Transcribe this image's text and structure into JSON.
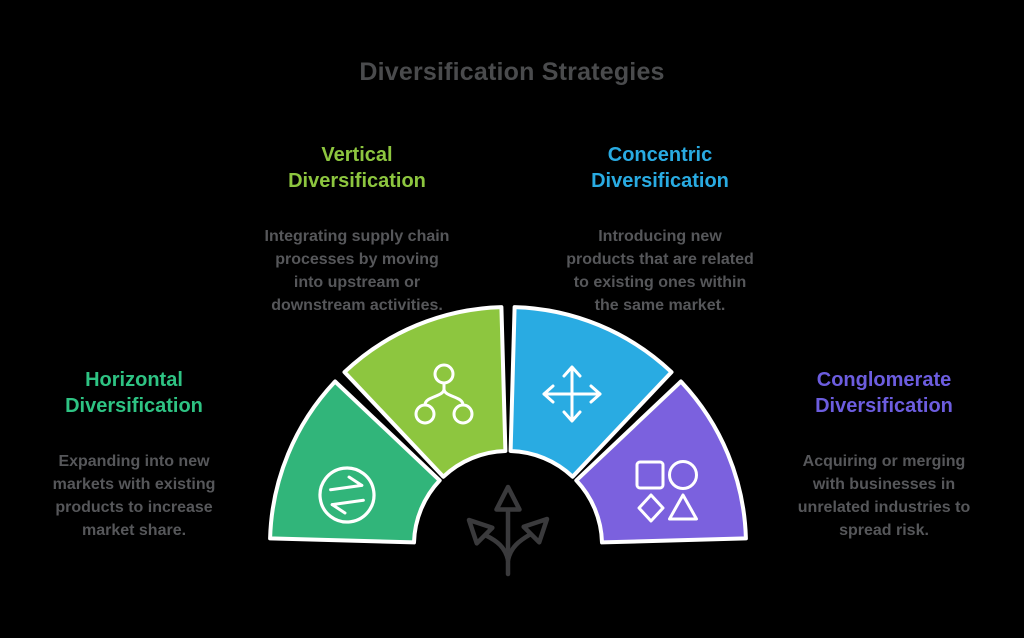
{
  "title": "Diversification Strategies",
  "title_color": "#4A4B4D",
  "text_color": "#56575A",
  "outline_color": "#FFFFFF",
  "center_icon": "branching-arrows",
  "center_icon_color": "#3A3A3C",
  "segments": [
    {
      "id": "horizontal",
      "label_lines": [
        "Horizontal",
        "Diversification"
      ],
      "description_lines": [
        "Expanding into new",
        "markets with existing",
        "products to increase",
        "market share."
      ],
      "heading_color": "#2EC383",
      "fill_color": "#31B57A",
      "icon": "swap-arrows",
      "arc": {
        "start_deg": 178.4,
        "end_deg": 136.6
      }
    },
    {
      "id": "vertical",
      "label_lines": [
        "Vertical",
        "Diversification"
      ],
      "description_lines": [
        "Integrating supply chain",
        "processes by moving",
        "into upstream or",
        "downstream activities."
      ],
      "heading_color": "#8DC63F",
      "fill_color": "#8DC63F",
      "icon": "network-nodes",
      "arc": {
        "start_deg": 133.4,
        "end_deg": 91.6
      }
    },
    {
      "id": "concentric",
      "label_lines": [
        "Concentric",
        "Diversification"
      ],
      "description_lines": [
        "Introducing new",
        "products that are related",
        "to existing ones within",
        "the same market."
      ],
      "heading_color": "#29ABE2",
      "fill_color": "#29ABE2",
      "icon": "move-arrows",
      "arc": {
        "start_deg": 88.4,
        "end_deg": 46.6
      }
    },
    {
      "id": "conglomerate",
      "label_lines": [
        "Conglomerate",
        "Diversification"
      ],
      "description_lines": [
        "Acquiring or merging",
        "with businesses in",
        "unrelated industries to",
        "spread risk."
      ],
      "heading_color": "#6C5DDF",
      "fill_color": "#7B61DE",
      "icon": "four-shapes",
      "arc": {
        "start_deg": 43.4,
        "end_deg": 1.6
      }
    }
  ]
}
